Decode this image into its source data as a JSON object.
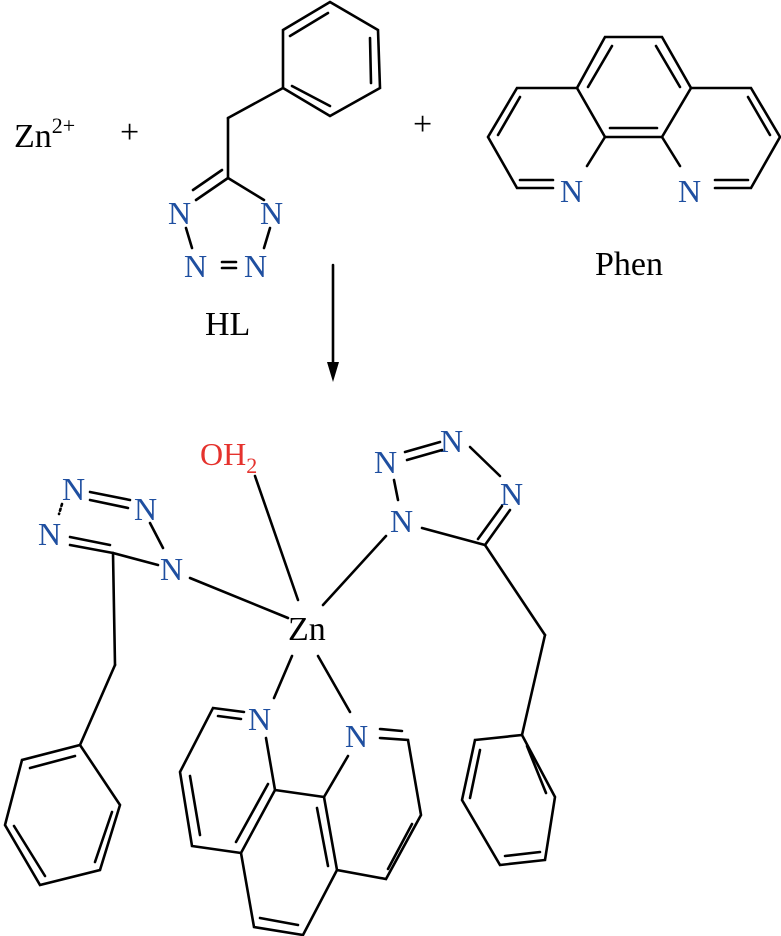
{
  "reactants": {
    "zinc": "Zn",
    "zinc_charge": "2+",
    "plus1": "+",
    "plus2": "+",
    "ligand_label": "HL",
    "phen_label": "Phen",
    "atom_n": "N"
  },
  "product": {
    "metal": "Zn",
    "water": "OH",
    "water_sub": "2",
    "atom_n": "N"
  },
  "colors": {
    "nitrogen": "#1f4fa0",
    "oxygen": "#e5322d",
    "bond": "#000000"
  }
}
